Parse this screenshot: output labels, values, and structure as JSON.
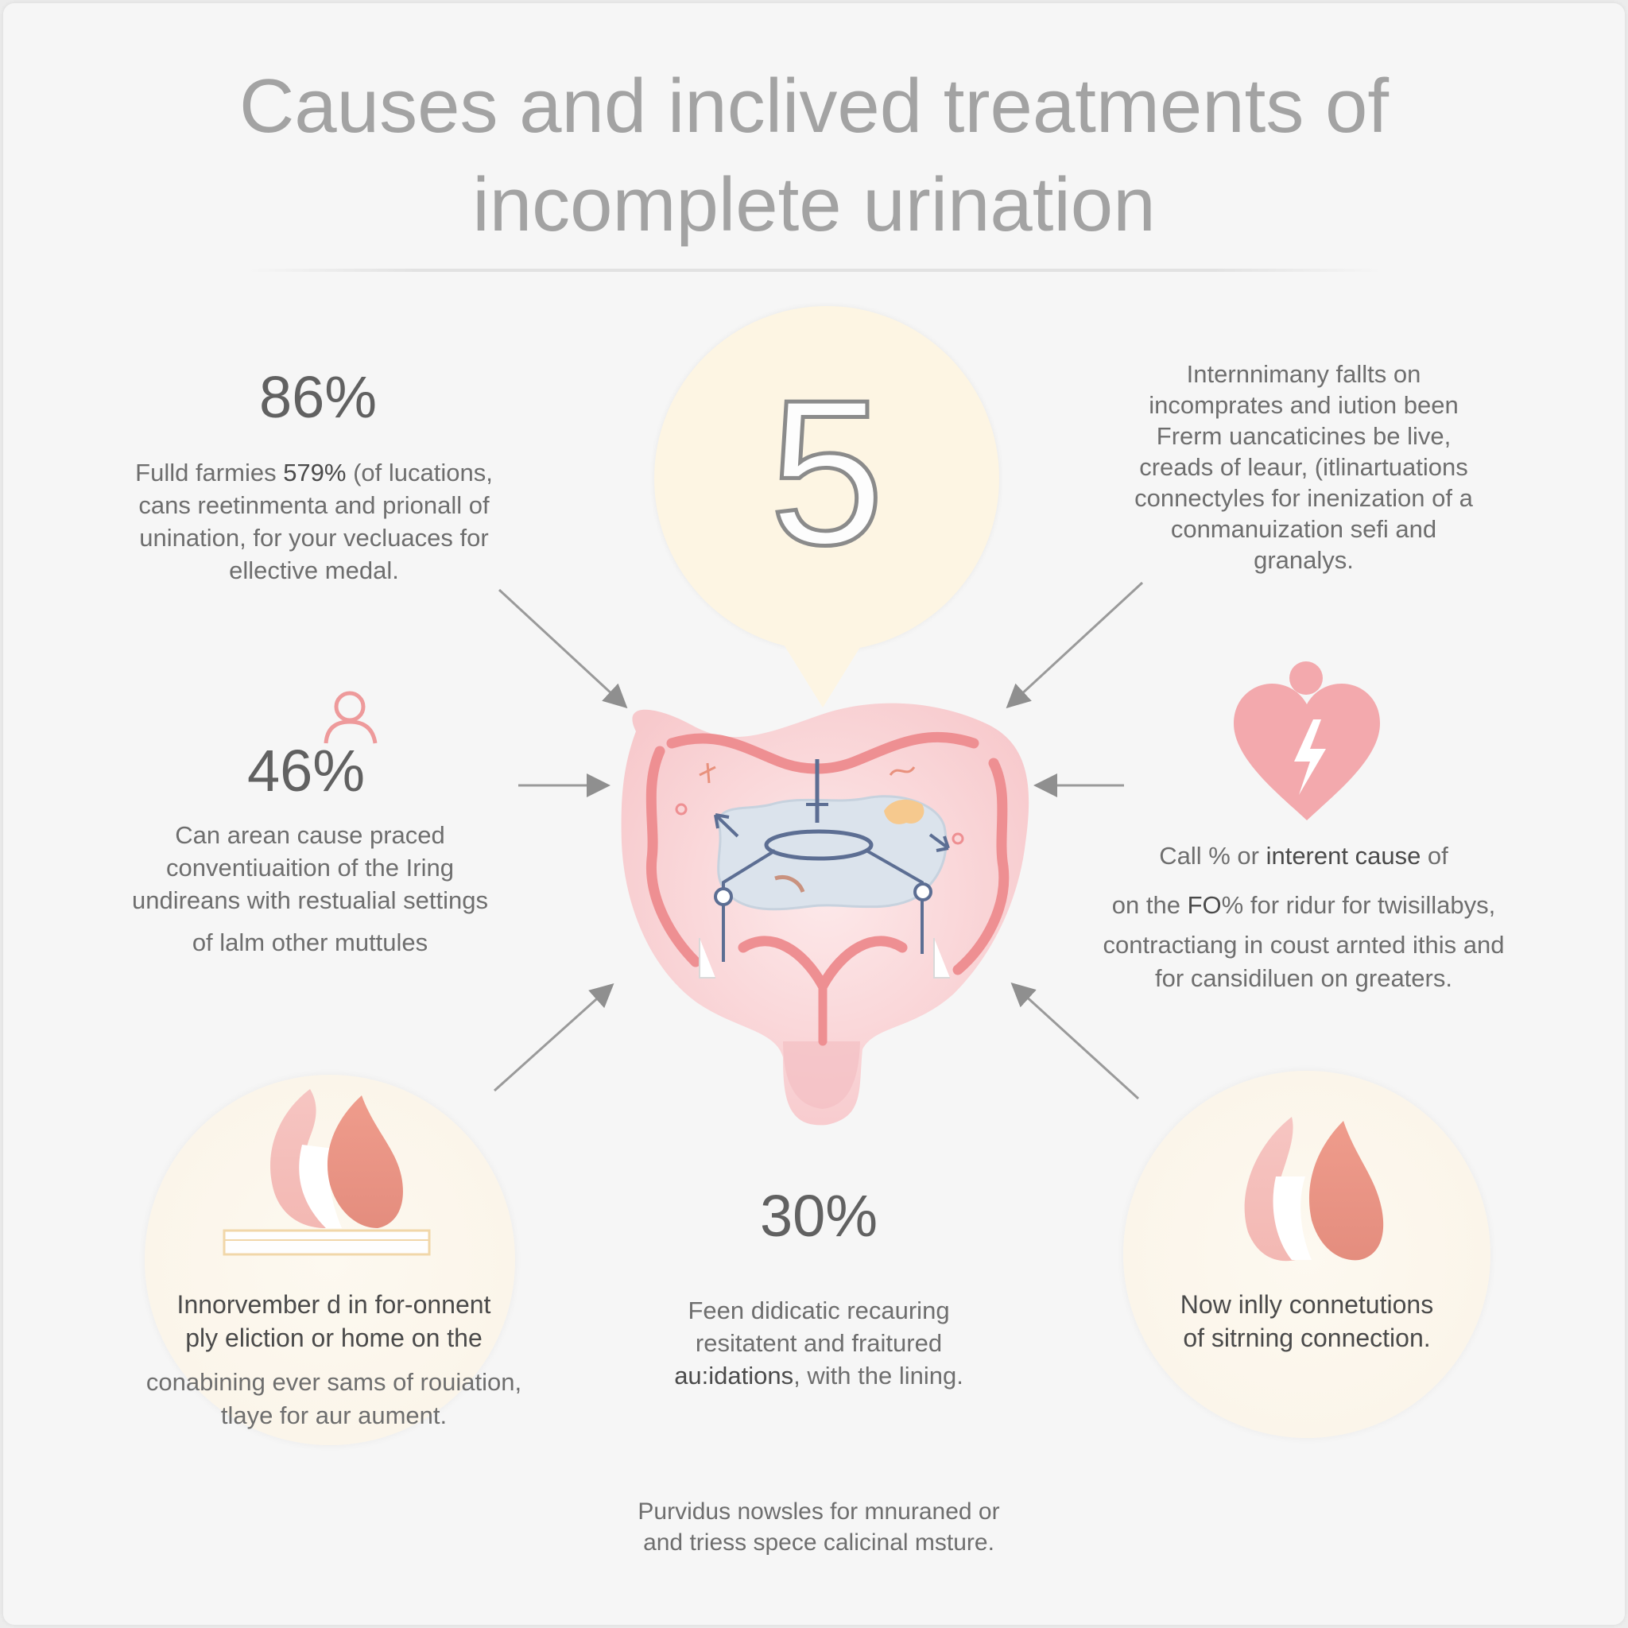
{
  "title": {
    "line1": "Causes and inclived treatments of",
    "line2": "incomplete urination"
  },
  "center_bubble": {
    "number": "5"
  },
  "top_left": {
    "stat": "86%",
    "line1_a": "Fulld farmies ",
    "line1_b": "579%",
    "line1_c": " (of lucations,",
    "line2": "cans reetinmenta and prionall of",
    "line3": "unination, for your vecluaces for",
    "line4": "ellective medal."
  },
  "top_right": {
    "line1": "Internnimany fallts on",
    "line2": "incomprates and iution been",
    "line3": "Frerm uancaticines be live,",
    "line4": "creads of leaur, (itlinartuations",
    "line5": "connectyles for inenization of a",
    "line6": "conmanuization sefi and",
    "line7": "granalys."
  },
  "mid_left": {
    "stat": "46%",
    "line1": "Can arean cause praced",
    "line2": "conventiuaition of the Iring",
    "line3": "undireans with restualial settings",
    "line4": "of lalm other muttules"
  },
  "mid_right": {
    "line1_a": "Call % or ",
    "line1_b": "interent cause",
    "line1_c": " of",
    "line2_a": "on the ",
    "line2_b": "FO",
    "line2_c": "% for ridur for twisillabys,",
    "line3": "contractiang in coust arnted ithis and",
    "line4": "for cansidiluen on greaters."
  },
  "bottom_left": {
    "line1": "Innorvember d in for-onnent",
    "line2": "ply eliction or home on the",
    "line3": "conabining ever sams of rouiation,",
    "line4": "tlaye for aur aument."
  },
  "bottom_center": {
    "stat": "30%",
    "line1": "Feen didicatic recauring",
    "line2": "resitatent and fraitured",
    "line3_a": "au:idations",
    "line3_b": ", with the lining."
  },
  "bottom_right": {
    "line1": "Now inlly connetutions",
    "line2": "of sitrning connection."
  },
  "footer": {
    "line1": "Purvidus nowsles for mnuraned or",
    "line2": "and triess spece calicinal msture."
  },
  "icons": {
    "person": "person-icon",
    "broken_heart": "broken-heart-icon",
    "flame_left": "flame-icon",
    "flame_right": "flame-icon",
    "bladder": "bladder-illustration"
  },
  "colors": {
    "background": "#f6f6f6",
    "title": "#a3a3a3",
    "accent_pink": "#ee8f92",
    "accent_salmon": "#e8917d",
    "cream": "#fdf5e3",
    "arrow": "#9a9a9a",
    "blue_line": "#5c6e93"
  }
}
